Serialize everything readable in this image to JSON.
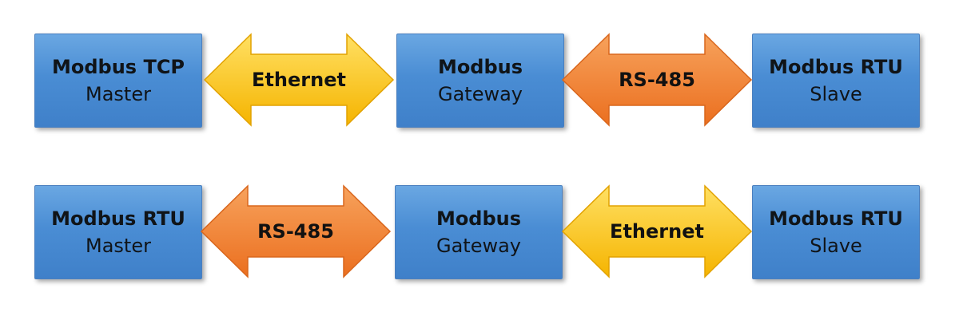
{
  "diagram": {
    "rows": [
      {
        "left_box": {
          "title": "Modbus TCP",
          "subtitle": "Master"
        },
        "left_arrow": {
          "label": "Ethernet",
          "color_light": "#ffe063",
          "color_dark": "#f5b400",
          "stroke": "#e2a200"
        },
        "middle_box": {
          "title": "Modbus",
          "subtitle": "Gateway"
        },
        "right_arrow": {
          "label": "RS-485",
          "color_light": "#f7a25c",
          "color_dark": "#eb6f1f",
          "stroke": "#d9661c"
        },
        "right_box": {
          "title": "Modbus RTU",
          "subtitle": "Slave"
        }
      },
      {
        "left_box": {
          "title": "Modbus RTU",
          "subtitle": "Master"
        },
        "left_arrow": {
          "label": "RS-485",
          "color_light": "#f7a25c",
          "color_dark": "#eb6f1f",
          "stroke": "#d9661c"
        },
        "middle_box": {
          "title": "Modbus",
          "subtitle": "Gateway"
        },
        "right_arrow": {
          "label": "Ethernet",
          "color_light": "#ffe063",
          "color_dark": "#f5b400",
          "stroke": "#e2a200"
        },
        "right_box": {
          "title": "Modbus RTU",
          "subtitle": "Slave"
        }
      }
    ]
  }
}
